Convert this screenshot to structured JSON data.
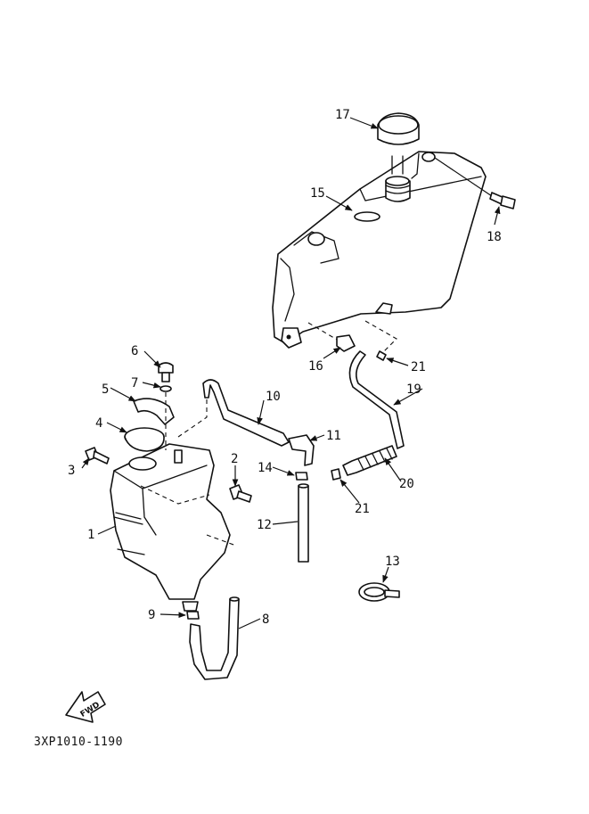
{
  "diagram": {
    "code": "3XP1010-1190",
    "fwd_label": "FWD",
    "callouts": [
      "1",
      "2",
      "3",
      "4",
      "5",
      "6",
      "7",
      "8",
      "9",
      "10",
      "11",
      "12",
      "13",
      "14",
      "15",
      "16",
      "17",
      "18",
      "19",
      "20",
      "21",
      "21"
    ]
  }
}
